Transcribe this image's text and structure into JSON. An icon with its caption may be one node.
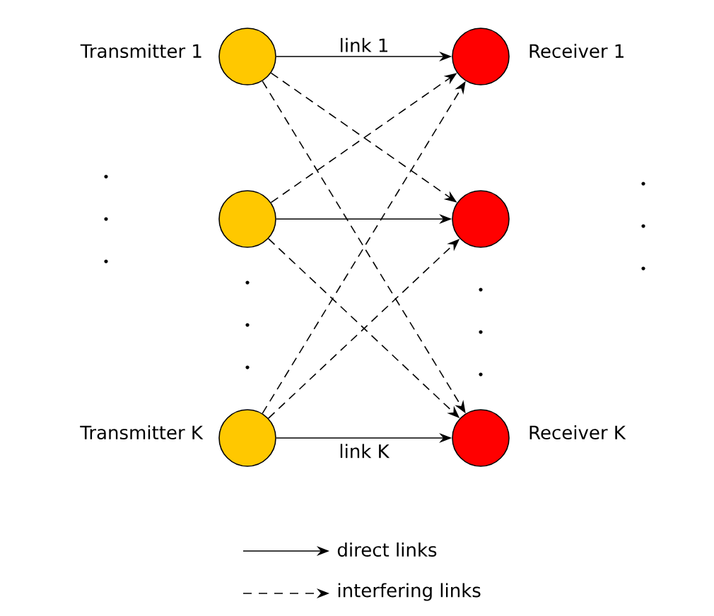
{
  "diagram": {
    "nodes": [
      {
        "text": [],
        "shape": "circle",
        "beside": [
          "Transmitter 1"
        ]
      },
      {
        "text": [],
        "shape": "circle"
      },
      {
        "text": [],
        "shape": "circle",
        "beside": [
          "Transmitter K"
        ]
      },
      {
        "text": [],
        "shape": "circle",
        "beside": [
          "Receiver 1"
        ]
      },
      {
        "text": [],
        "shape": "circle"
      },
      {
        "text": [],
        "shape": "circle",
        "beside": [
          "Receiver K"
        ]
      }
    ],
    "edges": [
      {
        "from": 0,
        "to": 3,
        "arrow": "to",
        "label": "link 1"
      },
      {
        "from": 1,
        "to": 4,
        "arrow": "to"
      },
      {
        "from": 2,
        "to": 5,
        "arrow": "to",
        "label": "link K"
      },
      {
        "from": 0,
        "to": 4,
        "arrow": "to",
        "style": "dashed"
      },
      {
        "from": 0,
        "to": 5,
        "arrow": "to",
        "style": "dashed"
      },
      {
        "from": 1,
        "to": 3,
        "arrow": "to",
        "style": "dashed"
      },
      {
        "from": 1,
        "to": 5,
        "arrow": "to",
        "style": "dashed"
      },
      {
        "from": 2,
        "to": 3,
        "arrow": "to",
        "style": "dashed"
      },
      {
        "from": 2,
        "to": 4,
        "arrow": "to",
        "style": "dashed"
      }
    ],
    "legend": [
      {
        "text": "direct links"
      },
      {
        "text": "interfering links"
      }
    ]
  }
}
